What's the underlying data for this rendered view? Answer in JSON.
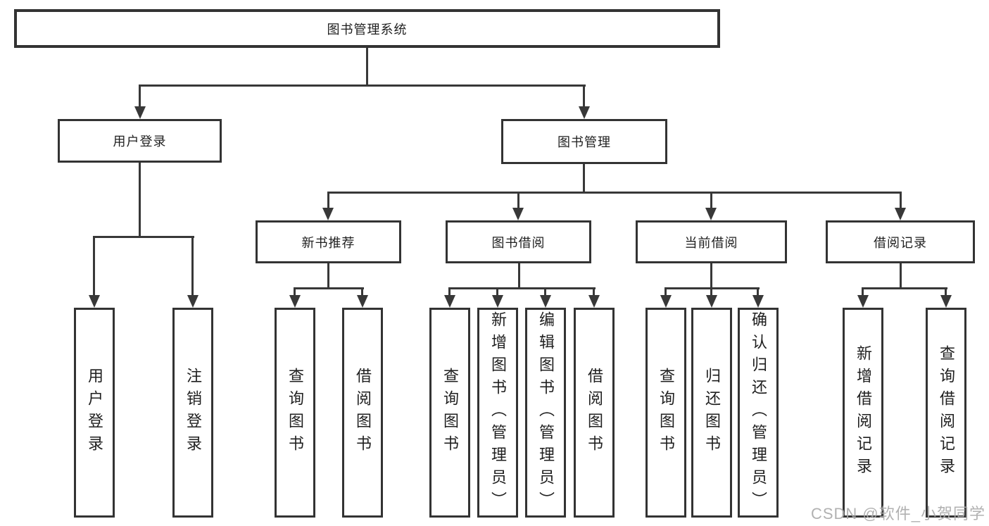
{
  "watermark": "CSDN @软件_小贺同学",
  "colors": {
    "line": "#383838",
    "box_border": "#333333",
    "text": "#1f1f1f",
    "watermark": "#ababab"
  },
  "diagram": {
    "type": "feature-tree",
    "root": {
      "label": "图书管理系统"
    },
    "level2": [
      {
        "label": "用户登录"
      },
      {
        "label": "图书管理"
      }
    ],
    "level3": [
      {
        "label": "新书推荐"
      },
      {
        "label": "图书借阅"
      },
      {
        "label": "当前借阅"
      },
      {
        "label": "借阅记录"
      }
    ],
    "leaves": {
      "user_login": [
        "用户登录",
        "注销登录"
      ],
      "new_book_recommend": [
        "查询图书",
        "借阅图书"
      ],
      "book_borrow": [
        "查询图书",
        "新增图书（管理员）",
        "编辑图书（管理员）",
        "借阅图书"
      ],
      "current_borrow": [
        "查询图书",
        "归还图书",
        "确认归还（管理员）"
      ],
      "borrow_records": [
        "新增借阅记录",
        "查询借阅记录"
      ]
    }
  }
}
